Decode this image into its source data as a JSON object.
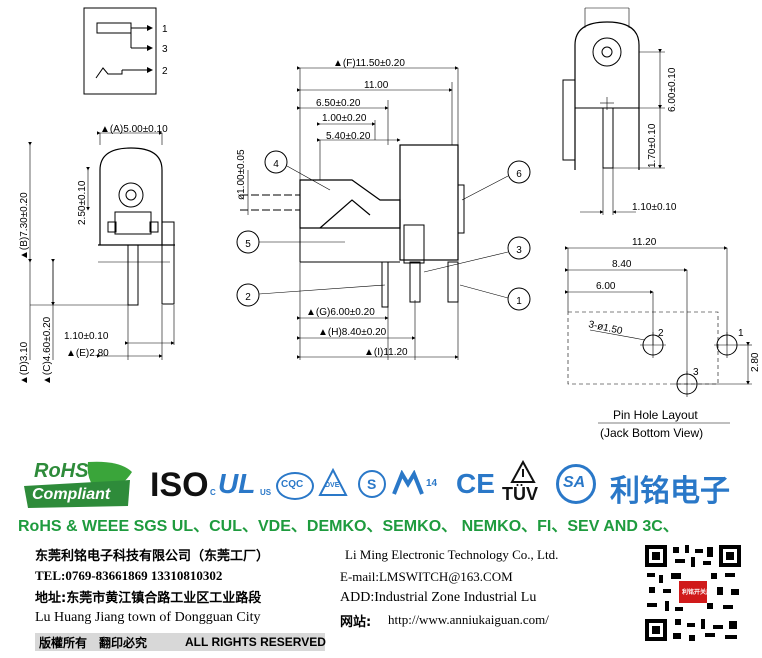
{
  "drawing": {
    "schematic": {
      "pin1": "1",
      "pin3": "3",
      "pin2": "2"
    },
    "left_view": {
      "dim_a": "▲(A)5.00±0.10",
      "dim_b": "▲(B)7.30±0.20",
      "dim_250": "2.50±0.10",
      "dim_d": "▲(D)3.10",
      "dim_c": "▲(C)4.60±0.20",
      "dim_110": "1.10±0.10",
      "dim_e": "▲(E)2.80"
    },
    "front_view": {
      "dim_f": "▲(F)11.50±0.20",
      "dim_1100": "11.00",
      "dim_650": "6.50±0.20",
      "dim_100": "1.00±0.20",
      "dim_540": "5.40±0.20",
      "dim_phi": "ø1.00±0.05",
      "dim_g": "▲(G)6.00±0.20",
      "dim_h": "▲(H)8.40±0.20",
      "dim_i": "▲(I)11.20",
      "callouts": [
        "4",
        "5",
        "2",
        "6",
        "3",
        "1"
      ]
    },
    "right_view": {
      "dim_600": "6.00±0.10",
      "dim_170": "1.70±0.10",
      "dim_110": "1.10±0.10"
    },
    "layout": {
      "dim_1120": "11.20",
      "dim_840": "8.40",
      "dim_600": "6.00",
      "dim_holes": "3-ø1.50",
      "dim_280": "2.80",
      "pins": [
        "2",
        "1",
        "3"
      ],
      "caption1": "Pin Hole Layout",
      "caption2": "(Jack Bottom View)"
    }
  },
  "certifications": {
    "rohs_top": "RoHS",
    "rohs_bottom": "Compliant",
    "iso": "ISO",
    "c_small": "C",
    "us_small": "US",
    "ul": "UL",
    "cqc": "CQC",
    "dve": "DVE",
    "s_mark": "S",
    "n14": "14",
    "ce": "CE",
    "tuv": "TÜV",
    "sa": "SA",
    "brand_cn": "利铭电子",
    "slogan": "RoHS & WEEE SGS UL、CUL、VDE、DEMKO、SEMKO、 NEMKO、FI、SEV AND 3C、"
  },
  "company": {
    "cn_name": "东莞利铭电子科技有限公司（东莞工厂）",
    "tel": "TEL:0769-83661869    13310810302",
    "cn_address": "地址:东莞市黄江镇合路工业区工业路段",
    "en_address_town": "Lu Huang Jiang town of Dongguan City",
    "rights_cn": "版權所有　翻印必究",
    "rights_en": "ALL RIGHTS RESERVED",
    "en_name": "Li Ming Electronic Technology Co., Ltd.",
    "email": "E-mail:LMSWITCH@163.COM",
    "en_address": "ADD:Industrial  Zone  Industrial  Lu",
    "website_label": "网站:",
    "website": "http://www.anniukaiguan.com/",
    "qr_caption": "利铭开关厂"
  },
  "colors": {
    "green": "#1e9b3e",
    "blue": "#2a78c8",
    "red": "#d01a1a"
  }
}
